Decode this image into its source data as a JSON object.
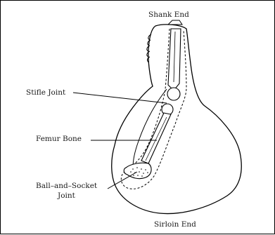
{
  "diagram": {
    "labels": {
      "top": "Shank End",
      "bottom": "Sirloin End",
      "stifle_joint": "Stifle Joint",
      "femur_bone": "Femur Bone",
      "ball_socket_line1": "Ball–and–Socket",
      "ball_socket_line2": "Joint"
    }
  }
}
